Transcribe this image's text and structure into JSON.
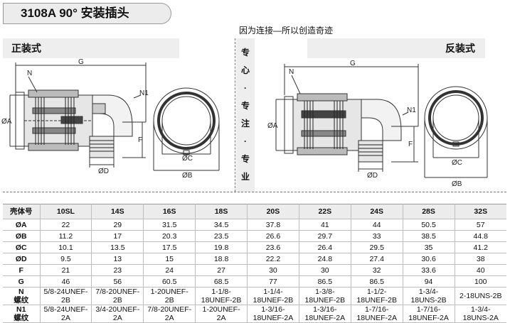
{
  "title": "3108A 90° 安装插头",
  "slogan": "因为连接—所以创造奇迹",
  "sections": {
    "left": "正装式",
    "right": "反装式"
  },
  "vertical_chars": [
    "专",
    "心",
    "·",
    "专",
    "注",
    "·",
    "专",
    "业"
  ],
  "drawing_labels": {
    "G": "G",
    "N": "N",
    "N1": "N1",
    "F": "F",
    "A": "ØA",
    "D": "ØD",
    "C": "ØC",
    "B": "ØB"
  },
  "table": {
    "header": [
      "壳体号",
      "10SL",
      "14S",
      "16S",
      "18S",
      "20S",
      "22S",
      "24S",
      "28S",
      "32S"
    ],
    "rows": [
      {
        "label": "ØA",
        "values": [
          "22",
          "29",
          "31.5",
          "34.5",
          "37.8",
          "41",
          "44",
          "50.5",
          "57"
        ],
        "tall": false
      },
      {
        "label": "ØB",
        "values": [
          "11.2",
          "17",
          "20.3",
          "23.5",
          "26.6",
          "29.7",
          "33",
          "38.5",
          "44.8"
        ],
        "tall": false
      },
      {
        "label": "ØC",
        "values": [
          "10.1",
          "13.5",
          "17.5",
          "19.8",
          "23.6",
          "26.4",
          "29.5",
          "35",
          "41.2"
        ],
        "tall": false
      },
      {
        "label": "ØD",
        "values": [
          "9.5",
          "13",
          "15",
          "18.8",
          "22.2",
          "24.8",
          "27.4",
          "30.6",
          "38"
        ],
        "tall": false
      },
      {
        "label": "F",
        "values": [
          "21",
          "23",
          "24",
          "27",
          "30",
          "30",
          "32",
          "33.6",
          "40"
        ],
        "tall": false
      },
      {
        "label": "G",
        "values": [
          "46",
          "56",
          "60.5",
          "68.5",
          "77",
          "86.5",
          "86.5",
          "94",
          "100"
        ],
        "tall": false
      },
      {
        "label": "N\n螺纹",
        "values": [
          "5/8-24UNEF-\n2B",
          "7/8-20UNEF-\n2B",
          "1-20UNEF-\n2B",
          "1-1/8-\n18UNEF-2B",
          "1-1/4-\n18UNEF-2B",
          "1-3/8-\n18UNEF-2B",
          "1-1/2-\n18UNEF-2B",
          "1-3/4-\n18UNS-2B",
          "2-18UNS-2B"
        ],
        "tall": true
      },
      {
        "label": "N1\n螺纹",
        "values": [
          "5/8-24UNEF-\n2A",
          "3/4-20UNEF-\n2A",
          "7/8-20UNEF-\n2A",
          "1-20UNEF-\n2A",
          "1-3/16-\n18UNEF-2A",
          "1-3/16-\n18UNEF-2A",
          "1-7/16-\n18UNEF-2A",
          "1-7/16-\n18UNEF-2A",
          "1-3/4-\n18UNS-2A"
        ],
        "tall": true
      }
    ]
  }
}
